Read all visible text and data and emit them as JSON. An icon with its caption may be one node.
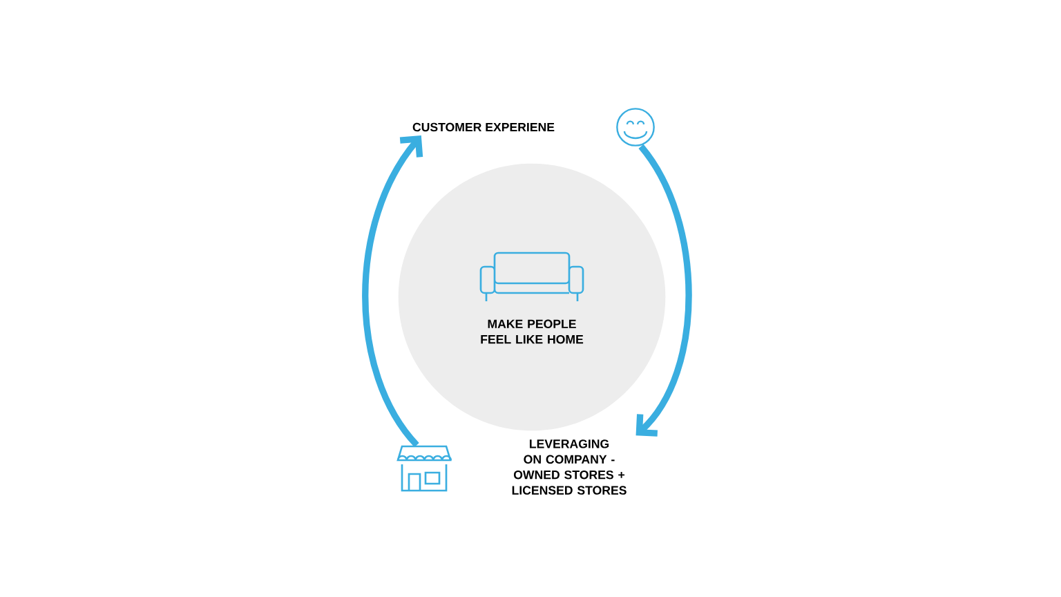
{
  "diagram": {
    "nodes": [
      {
        "text": [
          "CUSTOMER EXPERIENE"
        ]
      },
      {
        "text": [],
        "shape": "picture"
      },
      {
        "text": [
          "MAKE PEOPLE FEEL LIKE HOME"
        ]
      },
      {
        "text": [],
        "shape": "picture"
      },
      {
        "text": [
          "LEVERAGING ON COMPANY - OWNED STORES + LICENSED STORES"
        ]
      }
    ],
    "edges": [
      {
        "from": 1,
        "to": 4,
        "arrow": "to"
      },
      {
        "from": 3,
        "to": 0,
        "arrow": "to"
      }
    ]
  }
}
